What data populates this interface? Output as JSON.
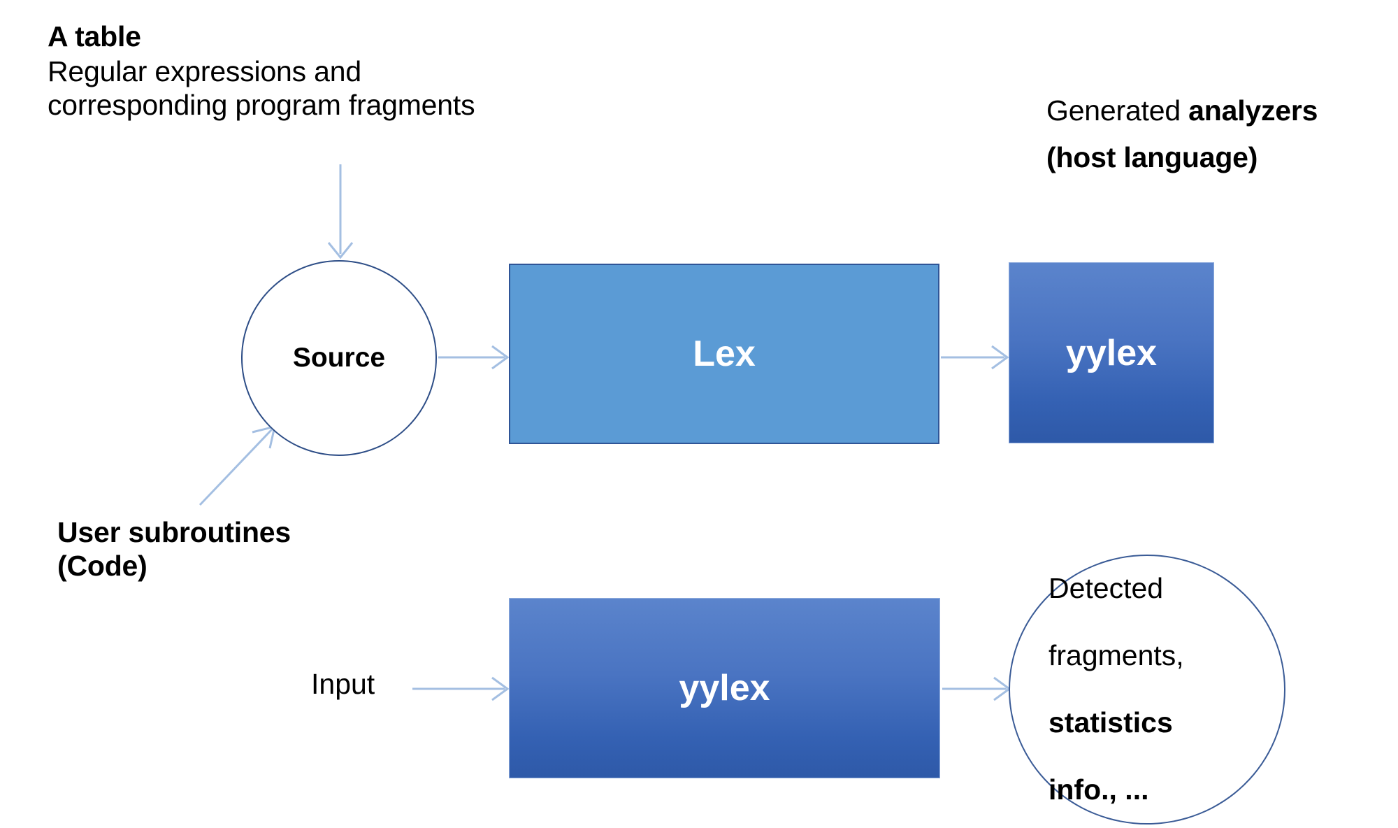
{
  "diagram": {
    "title": "Lex workflow diagram",
    "annotations": {
      "table_title": "A table",
      "table_body": "Regular expressions and\ncorresponding program fragments",
      "generated_prefix": "Generated ",
      "generated_bold": "analyzers",
      "generated_line2": "(host language)",
      "user_subroutines": "User subroutines\n(Code)",
      "input_label": "Input"
    },
    "nodes": {
      "source": {
        "label": "Source",
        "shape": "circle",
        "fill": "#FFFFFF",
        "border": "#2E4E87",
        "text_color": "#000000"
      },
      "lex": {
        "label": "Lex",
        "shape": "rectangle",
        "fill": "#5B9BD5",
        "border": "#2F5597",
        "text_color": "#FFFFFF"
      },
      "yylex_top": {
        "label": "yylex",
        "shape": "rectangle",
        "fill_top": "#5B84CC",
        "fill_bottom": "#2E59A8",
        "text_color": "#FFFFFF"
      },
      "yylex_bottom": {
        "label": "yylex",
        "shape": "rectangle",
        "fill_top": "#5B84CC",
        "fill_bottom": "#2E59A8",
        "text_color": "#FFFFFF"
      },
      "output": {
        "line1": "Detected",
        "line2": "fragments,",
        "line3": "statistics",
        "line4": "info., ...",
        "shape": "circle",
        "fill": "#FFFFFF",
        "border": "#3A5B96",
        "text_color": "#000000"
      }
    },
    "edges": [
      {
        "name": "table-to-source",
        "from": "table-annotation",
        "to": "source",
        "direction": "down"
      },
      {
        "name": "user-subroutines-to-source",
        "from": "user-subroutines-annotation",
        "to": "source",
        "direction": "up-right"
      },
      {
        "name": "source-to-lex",
        "from": "source",
        "to": "lex",
        "direction": "right"
      },
      {
        "name": "lex-to-yylex",
        "from": "lex",
        "to": "yylex_top",
        "direction": "right"
      },
      {
        "name": "input-to-yylex",
        "from": "input-label",
        "to": "yylex_bottom",
        "direction": "right"
      },
      {
        "name": "yylex-to-output",
        "from": "yylex_bottom",
        "to": "output",
        "direction": "right"
      }
    ],
    "colors": {
      "arrow": "#A4BFE2",
      "accent_light": "#5B9BD5",
      "accent_dark": "#2E59A8",
      "background": "#FFFFFF"
    }
  }
}
